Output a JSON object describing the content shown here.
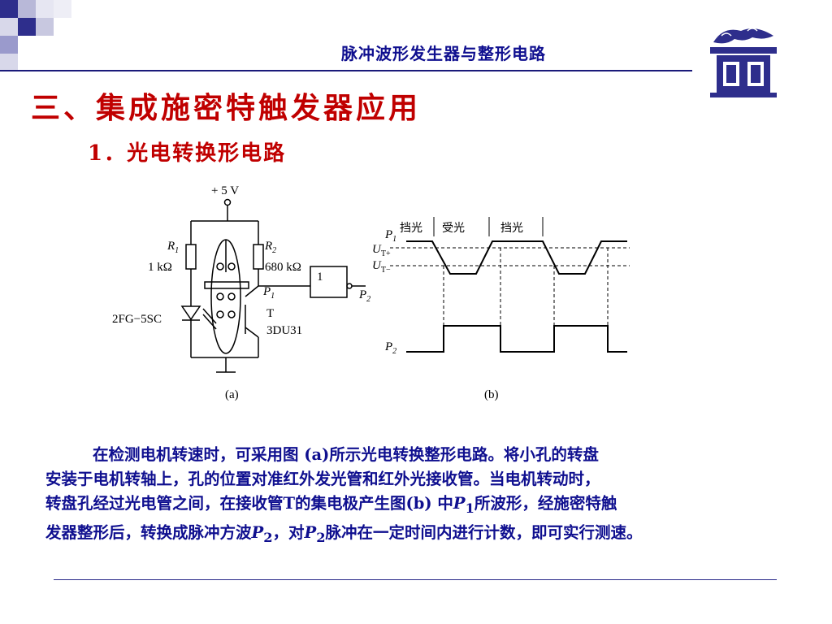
{
  "header": {
    "title": "脉冲波形发生器与整形电路"
  },
  "slide": {
    "title": "三、集成施密特触发器应用",
    "subtitle": "1．光电转换形电路"
  },
  "diagram_a": {
    "supply": "+ 5 V",
    "r1_name": "R",
    "r1_sub": "1",
    "r1_value": "1 kΩ",
    "r2_name": "R",
    "r2_sub": "2",
    "r2_value": "680 kΩ",
    "led": "2FG−5SC",
    "node_p1": "P",
    "node_p1_sub": "1",
    "transistor": "T",
    "transistor_model": "3DU31",
    "gate": "1",
    "out_p2": "P",
    "out_p2_sub": "2",
    "caption": "(a)"
  },
  "diagram_b": {
    "label_block": "挡光",
    "label_receive": "受光",
    "label_block2": "挡光",
    "p1": "P",
    "p1_sub": "1",
    "ut_plus": "U",
    "ut_plus_sub": "T+",
    "ut_minus": "U",
    "ut_minus_sub": "T−",
    "p2": "P",
    "p2_sub": "2",
    "caption": "(b)"
  },
  "body": {
    "line1_a": "在检测电机转速时，可采用图 (a)",
    "line1_b": "所示光电转换整形电路。将小孔的转盘",
    "line2": "安装于电机转轴上，孔的位置对准红外发光管和红外光接收管。当电机转动时，",
    "line3_a": "转盘孔经过光电管之间，在接收管T的集电极产生图",
    "line3_b": "(b)",
    "line3_c": " 中",
    "line3_p": "P",
    "line3_sub": "1",
    "line3_d": "所波形，经施密特触",
    "line4_a": "发器整形后，转换成脉冲方波",
    "line4_p": "P",
    "line4_sub": "2",
    "line4_b": "，对",
    "line4_p2": "P",
    "line4_sub2": "2",
    "line4_c": "脉冲在一定时间内进行计数，即可实行测速。"
  },
  "colors": {
    "title_red": "#c00000",
    "text_blue": "#0f0f8f",
    "deco_blue": "#2e2e8c"
  }
}
